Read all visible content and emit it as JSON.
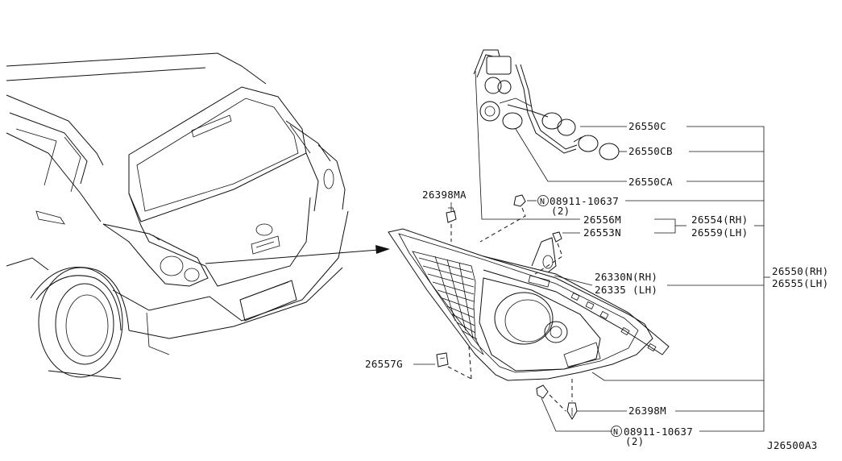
{
  "diagram_id": "J26500A3",
  "labels": {
    "p26550C": "26550C",
    "p26550CB": "26550CB",
    "p26550CA": "26550CA",
    "p08911_top": "08911-10637",
    "p08911_top_qty": "(2)",
    "p26398MA": "26398MA",
    "p26556M": "26556M",
    "p26553N": "26553N",
    "p26554RH": "26554(RH)",
    "p26559LH": "26559(LH)",
    "p26330N": "26330N(RH)",
    "p26335": "26335 (LH)",
    "p26550RH": "26550(RH)",
    "p26555LH": "26555(LH)",
    "p26557G": "26557G",
    "p26398M": "26398M",
    "p08911_bot": "08911-10637",
    "p08911_bot_qty": "(2)",
    "nut_symbol": "N"
  }
}
